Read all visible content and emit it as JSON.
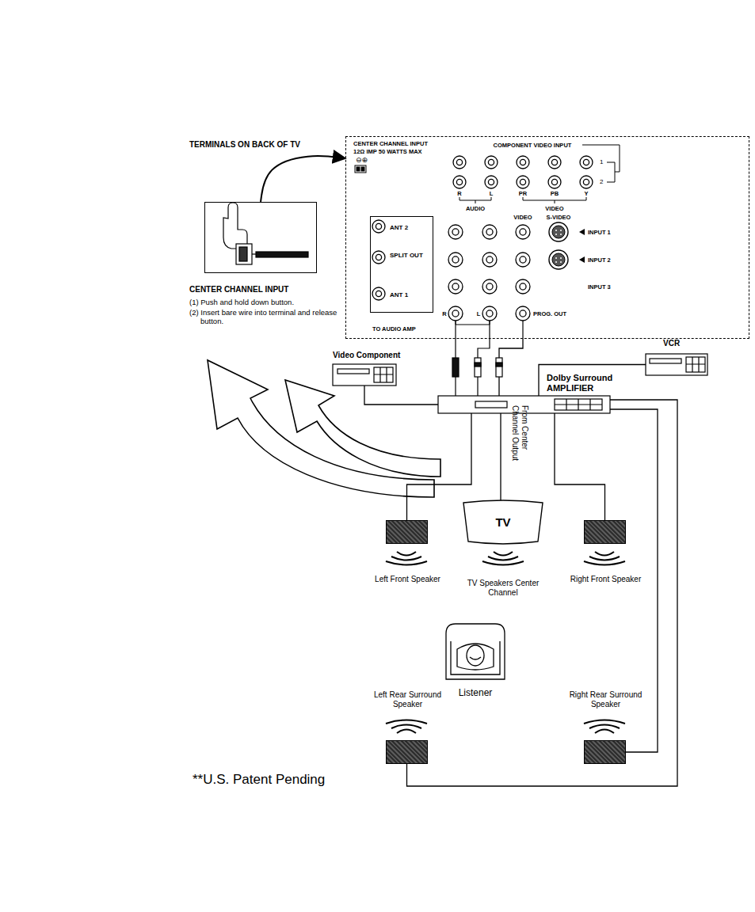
{
  "diagram": {
    "nodes": [
      {
        "text": [
          "TERMINALS ON BACK OF TV"
        ]
      },
      {
        "text": [
          "ANT 2",
          "SPLIT OUT",
          "ANT 1"
        ],
        "in": 0
      },
      {
        "text": [
          "CENTER CHANNEL INPUT",
          "(1) Push and hold down button.",
          "(2) Insert bare wire into terminal and release button."
        ]
      },
      {
        "text": [
          "Video Component"
        ]
      },
      {
        "text": [
          "VCR"
        ]
      },
      {
        "text": [
          "Dolby Surround AMPLIFIER"
        ]
      },
      {
        "text": [
          "TV"
        ]
      },
      {
        "text": [
          "Left Front Speaker"
        ]
      },
      {
        "text": [
          "Right Front Speaker"
        ]
      },
      {
        "text": [
          "Listener"
        ]
      },
      {
        "text": [
          "Left Rear Surround Speaker"
        ]
      },
      {
        "text": [
          "Right Rear Surround Speaker"
        ]
      }
    ],
    "edges": [
      {
        "from": 2,
        "to": 0,
        "arrow": "to"
      },
      {
        "from": 0,
        "to": 5,
        "arrow": "none"
      },
      {
        "from": 3,
        "to": 5,
        "arrow": "none"
      },
      {
        "from": 4,
        "to": 5,
        "arrow": "none"
      },
      {
        "from": 5,
        "to": 6,
        "label": "From Center Channel Output",
        "arrow": "none"
      },
      {
        "from": 5,
        "to": 7,
        "arrow": "none"
      },
      {
        "from": 5,
        "to": 8,
        "arrow": "none"
      },
      {
        "from": 5,
        "to": 10,
        "arrow": "none"
      },
      {
        "from": 5,
        "to": 11,
        "arrow": "none"
      }
    ],
    "labels": [
      "CENTER CHANNEL INPUT",
      "12Ω IMP 50 WATTS MAX",
      "⊖⊕",
      "COMPONENT VIDEO INPUT",
      "1",
      "2",
      "R",
      "L",
      "AUDIO",
      "PR",
      "PB",
      "Y",
      "VIDEO",
      "VIDEO",
      "S-VIDEO",
      "INPUT 1",
      "INPUT 2",
      "INPUT 3",
      "R",
      "L",
      "TO AUDIO AMP",
      "PROG. OUT",
      "TV Speakers Center Channel",
      "**U.S. Patent Pending"
    ]
  }
}
